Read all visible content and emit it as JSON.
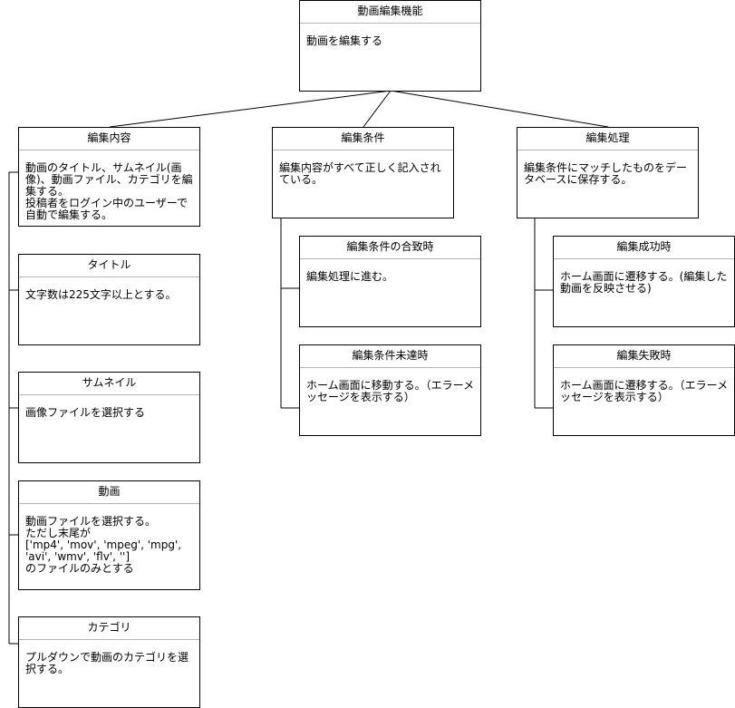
{
  "nodes": {
    "root": {
      "title": "動画編集機能",
      "body": "動画を編集する"
    },
    "content": {
      "title": "編集内容",
      "body": "動画のタイトル、サムネイル(画像)、動画ファイル、カテゴリを編集する。\n投稿者をログイン中のユーザーで自動で編集する。"
    },
    "title_node": {
      "title": "タイトル",
      "body": "文字数は225文字以上とする。"
    },
    "thumbnail": {
      "title": "サムネイル",
      "body": "画像ファイルを選択する"
    },
    "video": {
      "title": "動画",
      "body": "動画ファイルを選択する。\nただし末尾が\n['mp4', 'mov', 'mpeg', 'mpg', 'avi', 'wmv', 'flv', '']\nのファイルのみとする"
    },
    "category": {
      "title": "カテゴリ",
      "body": "プルダウンで動画のカテゴリを選択する。"
    },
    "condition": {
      "title": "編集条件",
      "body": "編集内容がすべて正しく記入されている。"
    },
    "cond_match": {
      "title": "編集条件の合致時",
      "body": "編集処理に進む。"
    },
    "cond_unmet": {
      "title": "編集条件未達時",
      "body": "ホーム画面に移動する。（エラーメッセージを表示する）"
    },
    "process": {
      "title": "編集処理",
      "body": "編集条件にマッチしたものをデータベースに保存する。"
    },
    "proc_success": {
      "title": "編集成功時",
      "body": "ホーム画面に遷移する。(編集した動画を反映させる)"
    },
    "proc_fail": {
      "title": "編集失敗時",
      "body": "ホーム画面に遷移する。（エラーメッセージを表示する）"
    }
  }
}
